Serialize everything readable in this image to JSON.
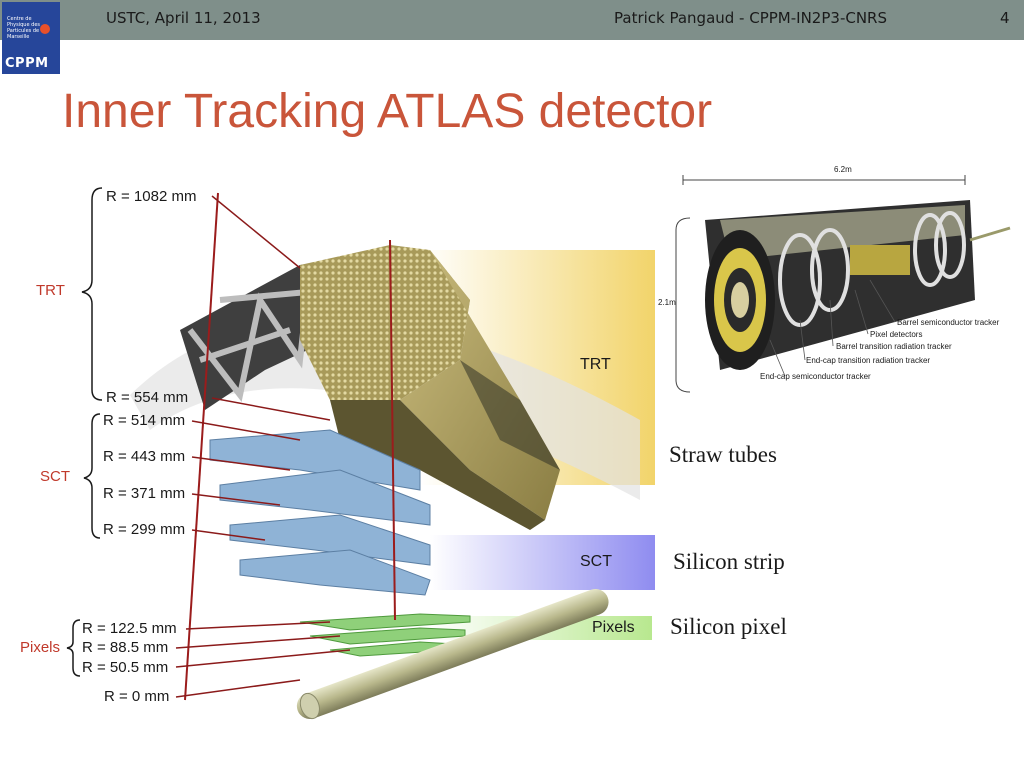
{
  "header": {
    "left": "USTC, April 11, 2013",
    "center": "Patrick Pangaud - CPPM-IN2P3-CNRS",
    "page": "4"
  },
  "logo": {
    "text": "Centre de Physique des Particules de Marseille",
    "abbr": "CPPM"
  },
  "title": "Inner Tracking ATLAS detector",
  "groups": {
    "trt": "TRT",
    "sct": "SCT",
    "pixels": "Pixels"
  },
  "radii": [
    "R = 1082 mm",
    "R = 554 mm",
    "R = 514 mm",
    "R = 443 mm",
    "R = 371 mm",
    "R = 299 mm",
    "R = 122.5 mm",
    "R = 88.5 mm",
    "R = 50.5 mm",
    "R = 0 mm"
  ],
  "bands": {
    "trt": "TRT",
    "sct": "SCT",
    "pixels": "Pixels"
  },
  "side_labels": {
    "straw": "Straw tubes",
    "strip": "Silicon strip",
    "pixel": "Silicon pixel"
  },
  "inset": {
    "length": "6.2m",
    "height": "2.1m",
    "labels": [
      "Barrel semiconductor tracker",
      "Pixel detectors",
      "Barrel transition radiation tracker",
      "End-cap transition radiation tracker",
      "End-cap semiconductor tracker"
    ]
  }
}
